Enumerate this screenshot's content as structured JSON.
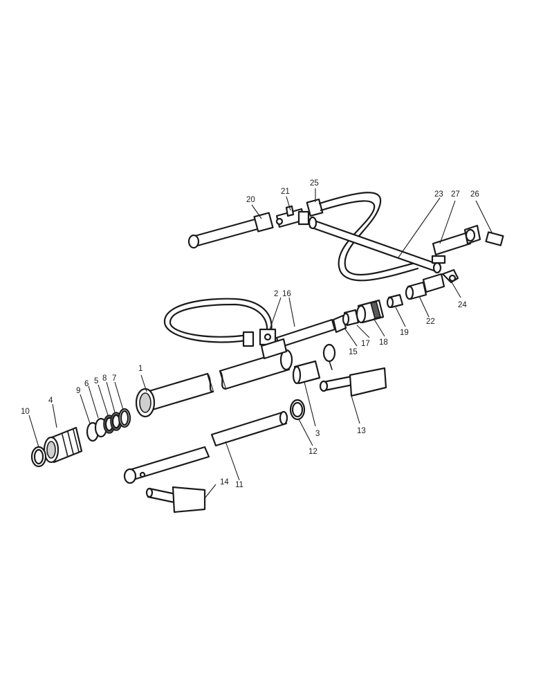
{
  "labels": {
    "p1": "1",
    "p2": "2",
    "p3": "3",
    "p4": "4",
    "p5": "5",
    "p6": "6",
    "p7": "7",
    "p8": "8",
    "p9": "9",
    "p10": "10",
    "p11": "11",
    "p12": "12",
    "p13": "13",
    "p14": "14",
    "p15": "15",
    "p16": "16",
    "p17": "17",
    "p18": "18",
    "p19": "19",
    "p20": "20",
    "p21": "21",
    "p22": "22",
    "p23": "23",
    "p24": "24",
    "p25": "25",
    "p26": "26",
    "p27": "27"
  }
}
